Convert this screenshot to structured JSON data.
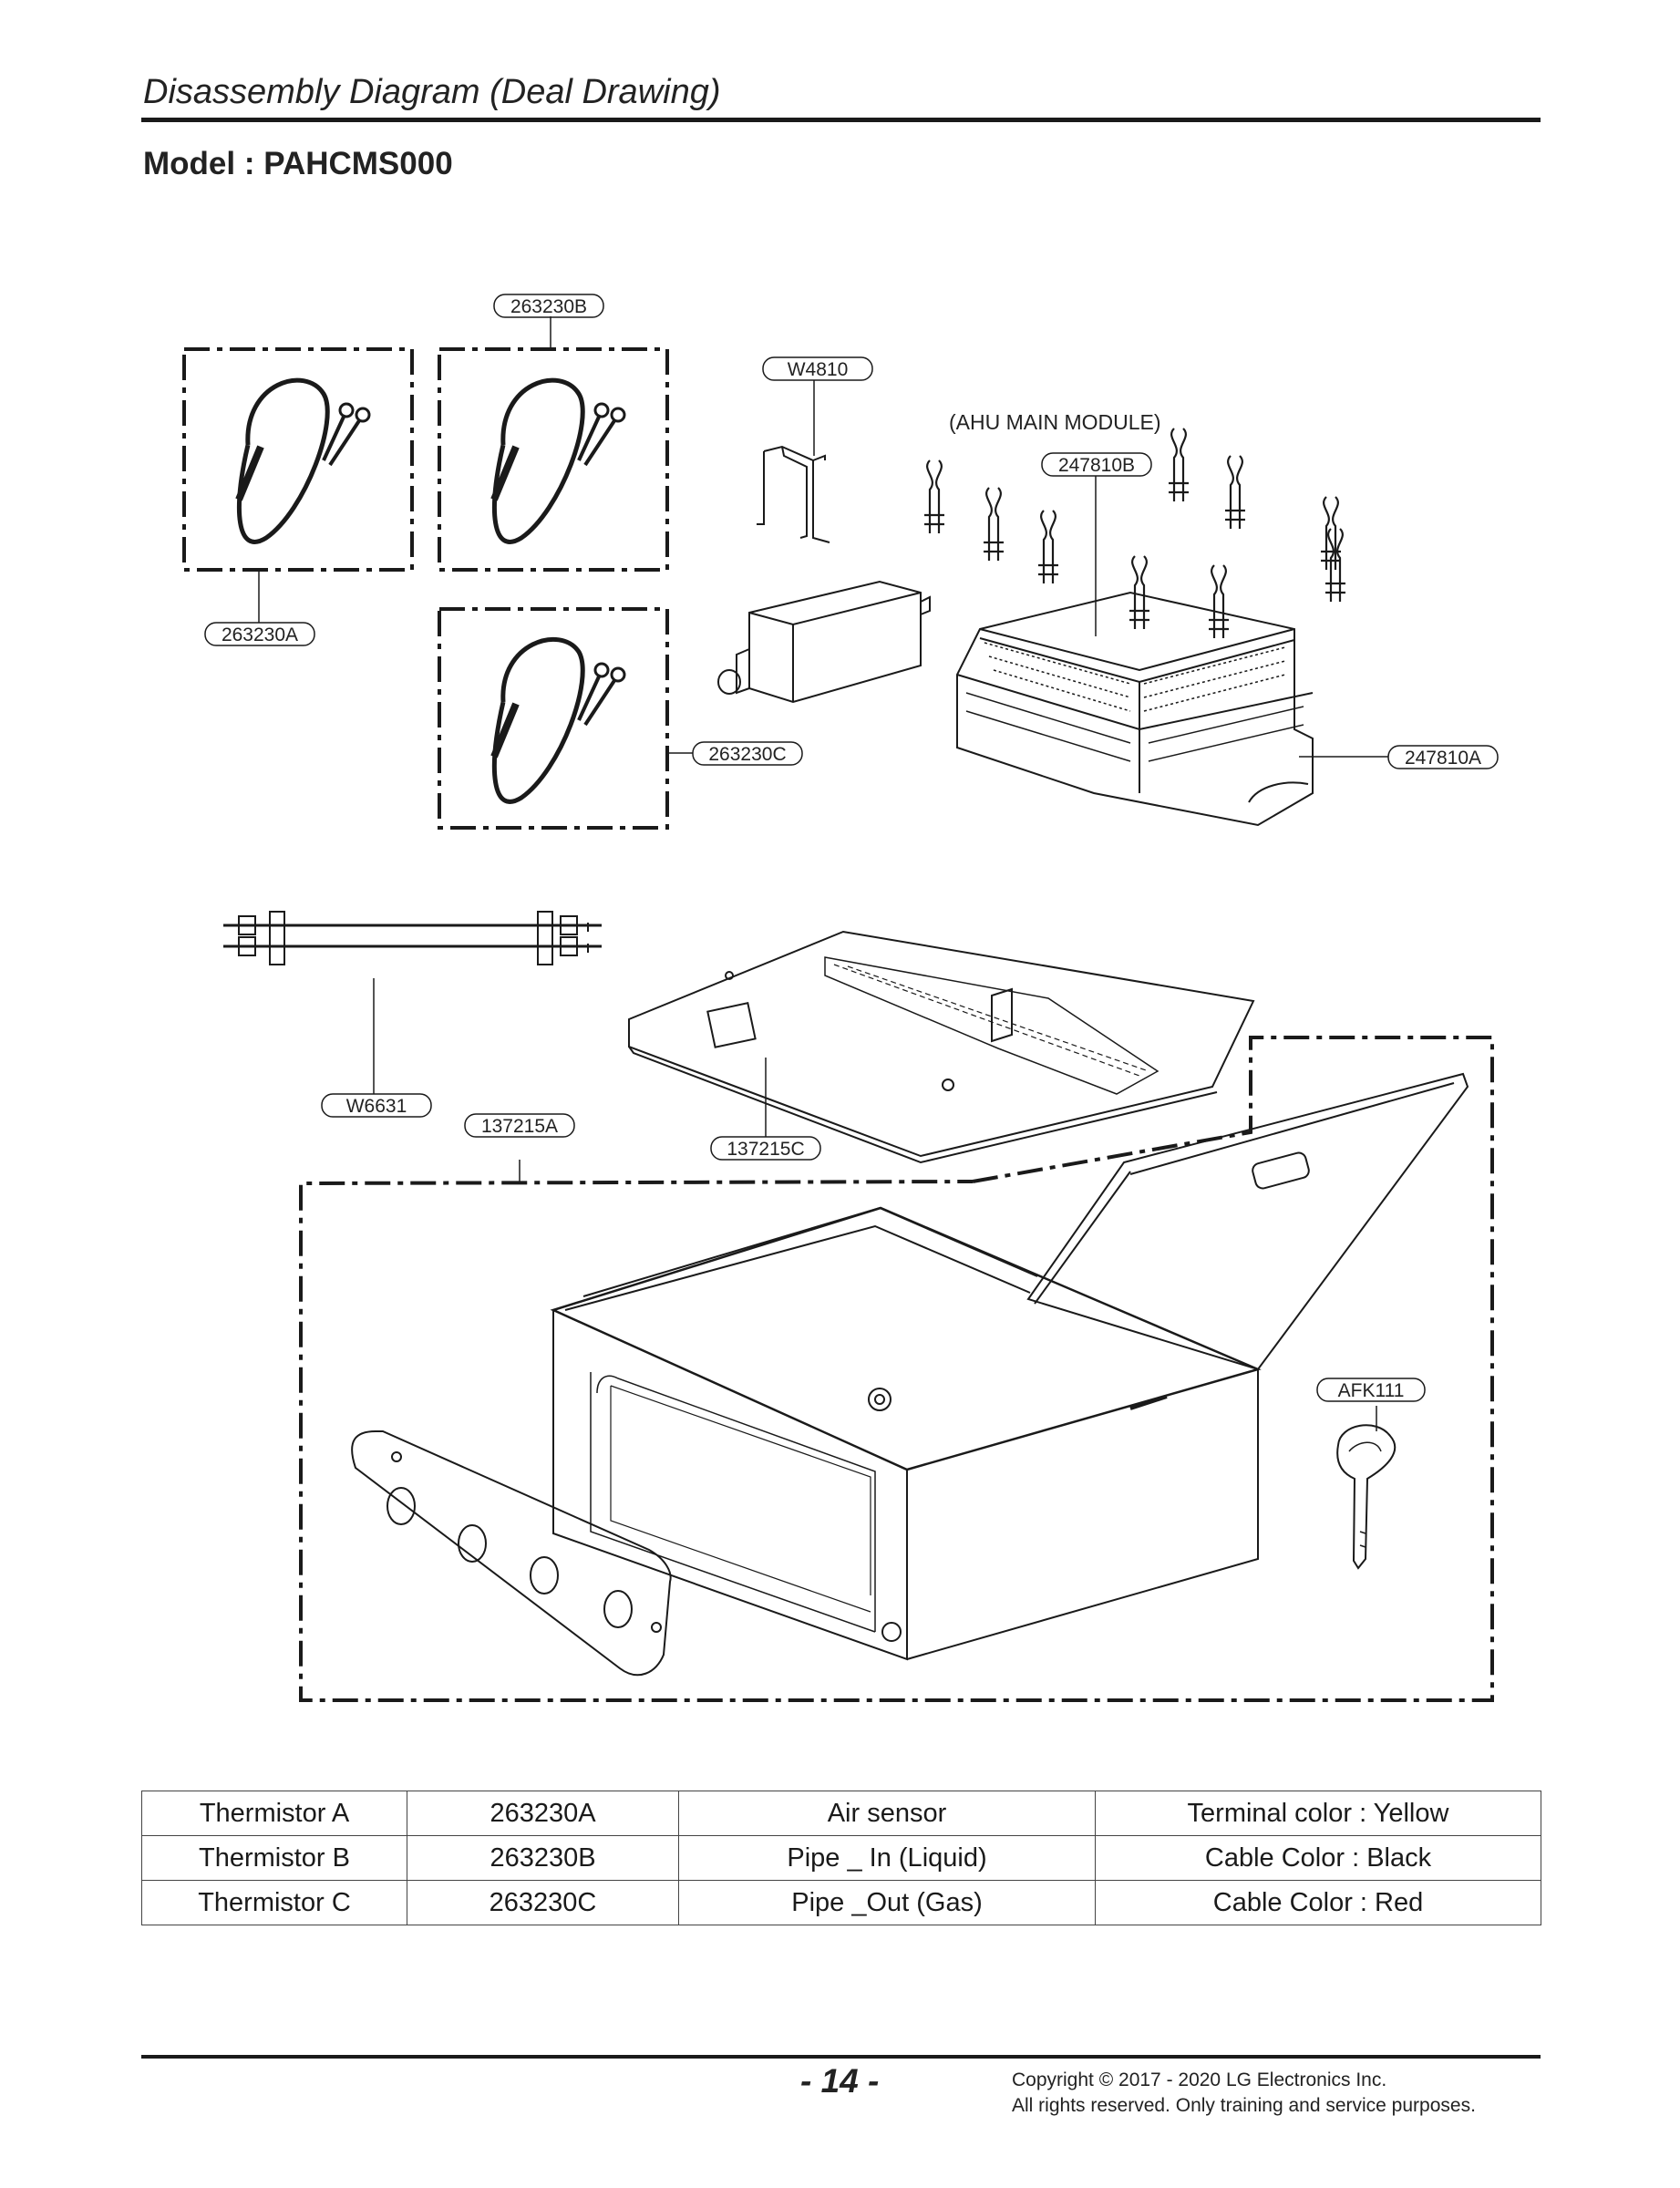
{
  "header": {
    "title": "Disassembly Diagram (Deal Drawing)",
    "model": "Model : PAHCMS000"
  },
  "diagram": {
    "module_label": "(AHU MAIN MODULE)",
    "callouts": {
      "thermistor_b": "263230B",
      "thermistor_a": "263230A",
      "thermistor_c": "263230C",
      "w4810": "W4810",
      "main_module_top": "247810B",
      "main_module_base": "247810A",
      "w6631": "W6631",
      "enclosure": "137215A",
      "plate": "137215C",
      "key": "AFK111"
    }
  },
  "parts_table": {
    "rows": [
      [
        "Thermistor A",
        "263230A",
        "Air sensor",
        "Terminal color : Yellow"
      ],
      [
        "Thermistor B",
        "263230B",
        "Pipe _ In (Liquid)",
        "Cable Color : Black"
      ],
      [
        "Thermistor C",
        "263230C",
        "Pipe _Out (Gas)",
        "Cable Color : Red"
      ]
    ]
  },
  "footer": {
    "page_number": "- 14 -",
    "copyright_line1": "Copyright © 2017 - 2020 LG Electronics Inc.",
    "copyright_line2": "All rights reserved. Only training and service purposes."
  }
}
